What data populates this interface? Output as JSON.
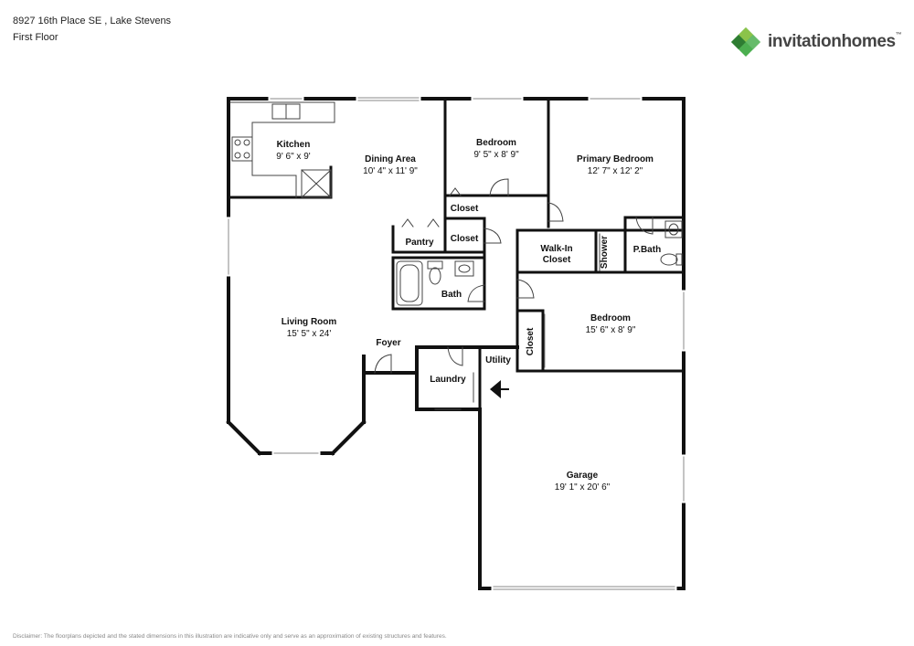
{
  "header": {
    "address": "8927 16th Place SE , Lake Stevens",
    "floor": "First Floor"
  },
  "logo": {
    "text": "invitationhomes",
    "tm": "™",
    "colors": [
      "#4caf50",
      "#8bc34a",
      "#2e7d32",
      "#66bb6a"
    ]
  },
  "rooms": {
    "kitchen": {
      "name": "Kitchen",
      "dim": "9' 6\" x 9'"
    },
    "dining": {
      "name": "Dining Area",
      "dim": "10' 4\" x 11' 9\""
    },
    "bedroom1": {
      "name": "Bedroom",
      "dim": "9' 5\" x 8' 9\""
    },
    "primary": {
      "name": "Primary Bedroom",
      "dim": "12' 7\" x 12' 2\""
    },
    "closet1": {
      "name": "Closet"
    },
    "closet2": {
      "name": "Closet"
    },
    "pantry": {
      "name": "Pantry"
    },
    "walkin_l1": "Walk-In",
    "walkin_l2": "Closet",
    "shower": {
      "name": "Shower"
    },
    "pbath": {
      "name": "P.Bath"
    },
    "bath": {
      "name": "Bath"
    },
    "living": {
      "name": "Living Room",
      "dim": "15' 5\" x 24'"
    },
    "foyer": {
      "name": "Foyer"
    },
    "bedroom2": {
      "name": "Bedroom",
      "dim": "15' 6\" x 8' 9\""
    },
    "closet3": {
      "name": "Closet"
    },
    "utility": {
      "name": "Utility"
    },
    "laundry": {
      "name": "Laundry"
    },
    "garage": {
      "name": "Garage",
      "dim": "19' 1\" x 20' 6\""
    }
  },
  "disclaimer": "Disclaimer: The floorplans depicted and the stated dimensions in this illustration are indicative only and serve as an approximation of existing structures and features."
}
